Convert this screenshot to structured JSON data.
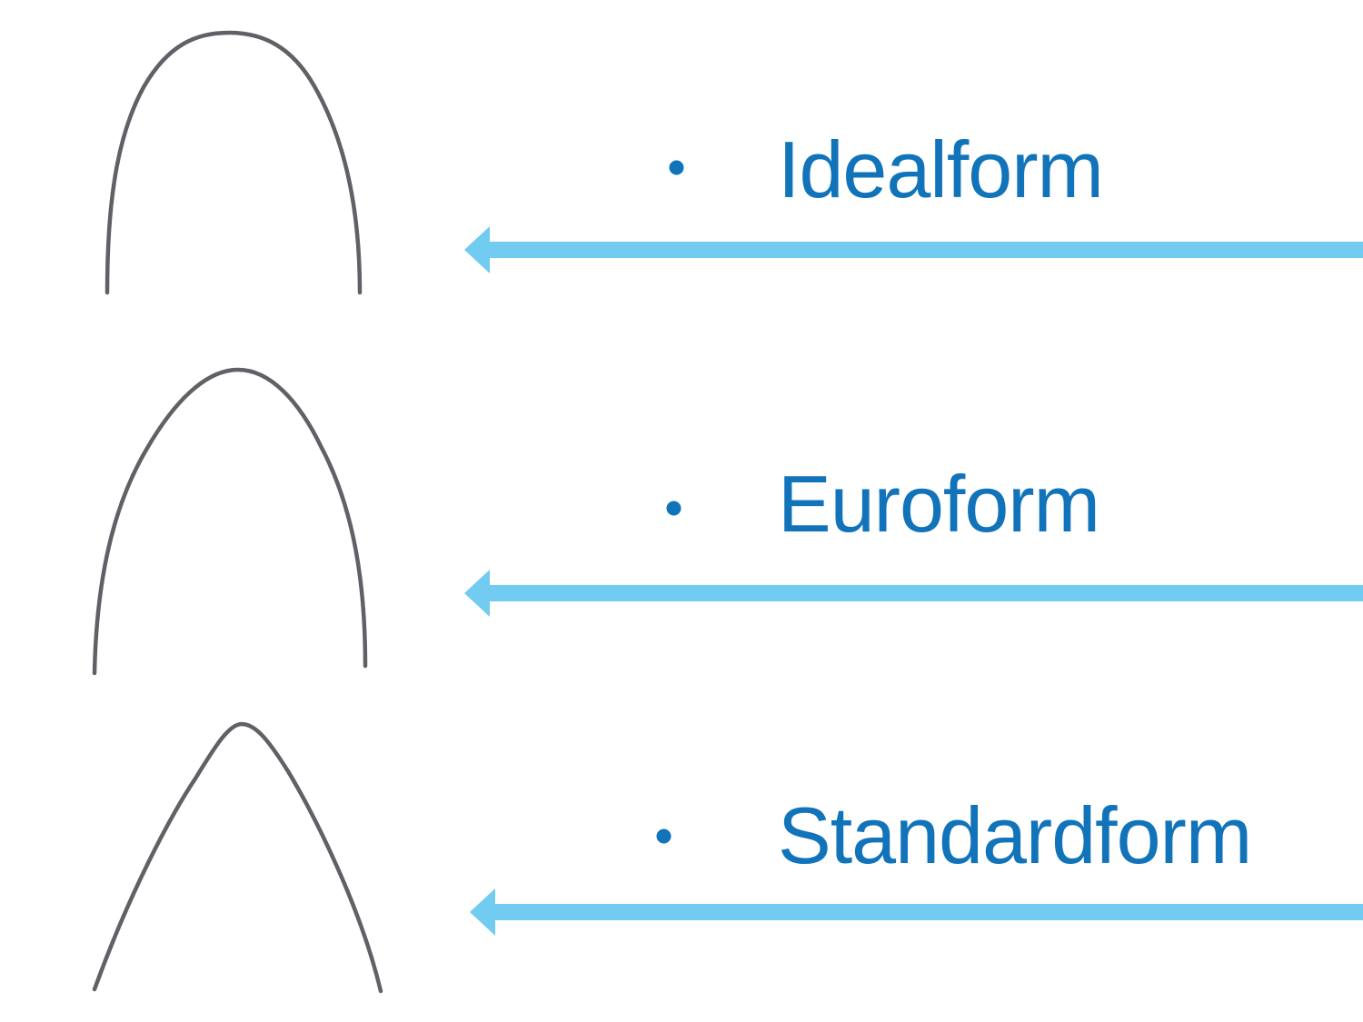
{
  "slide": {
    "items": [
      {
        "label": "Idealform",
        "shape": "idealform-archwire"
      },
      {
        "label": "Euroform",
        "shape": "euroform-archwire"
      },
      {
        "label": "Standardform",
        "shape": "standardform-archwire"
      }
    ],
    "colors": {
      "label_text": "#1173b9",
      "bullet": "#1173b9",
      "arrow": "#72cbf1",
      "wire": "#606166",
      "background": "#ffffff"
    }
  }
}
